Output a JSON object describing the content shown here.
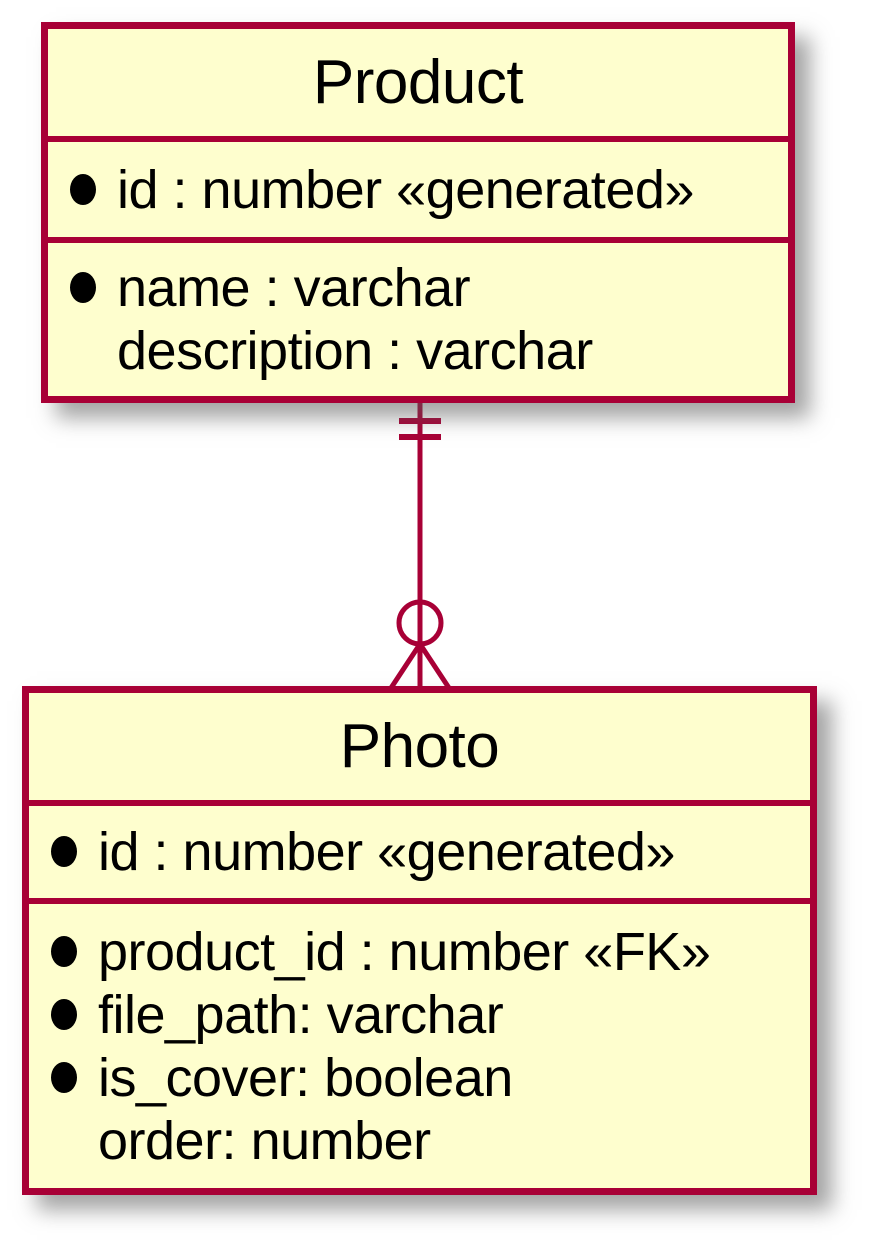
{
  "diagram": {
    "type": "entity-relationship-diagram",
    "colors": {
      "border": "#A80036",
      "fill": "#FEFECE",
      "text": "#000000",
      "background": "#FFFFFF"
    },
    "entities": [
      {
        "name": "Product",
        "sections": [
          {
            "rows": [
              {
                "bullet": true,
                "text": "id : number «generated»"
              }
            ]
          },
          {
            "rows": [
              {
                "bullet": true,
                "text": "name : varchar"
              },
              {
                "bullet": false,
                "text": "description : varchar"
              }
            ]
          }
        ]
      },
      {
        "name": "Photo",
        "sections": [
          {
            "rows": [
              {
                "bullet": true,
                "text": "id : number «generated»"
              }
            ]
          },
          {
            "rows": [
              {
                "bullet": true,
                "text": "product_id : number «FK»"
              },
              {
                "bullet": true,
                "text": "file_path: varchar"
              },
              {
                "bullet": true,
                "text": "is_cover: boolean"
              },
              {
                "bullet": false,
                "text": "order: number"
              }
            ]
          }
        ]
      }
    ],
    "relationship": {
      "from": "Product",
      "to": "Photo",
      "from_cardinality": "exactly one (double tick)",
      "to_cardinality": "zero or many (circle and crow's foot)"
    }
  }
}
